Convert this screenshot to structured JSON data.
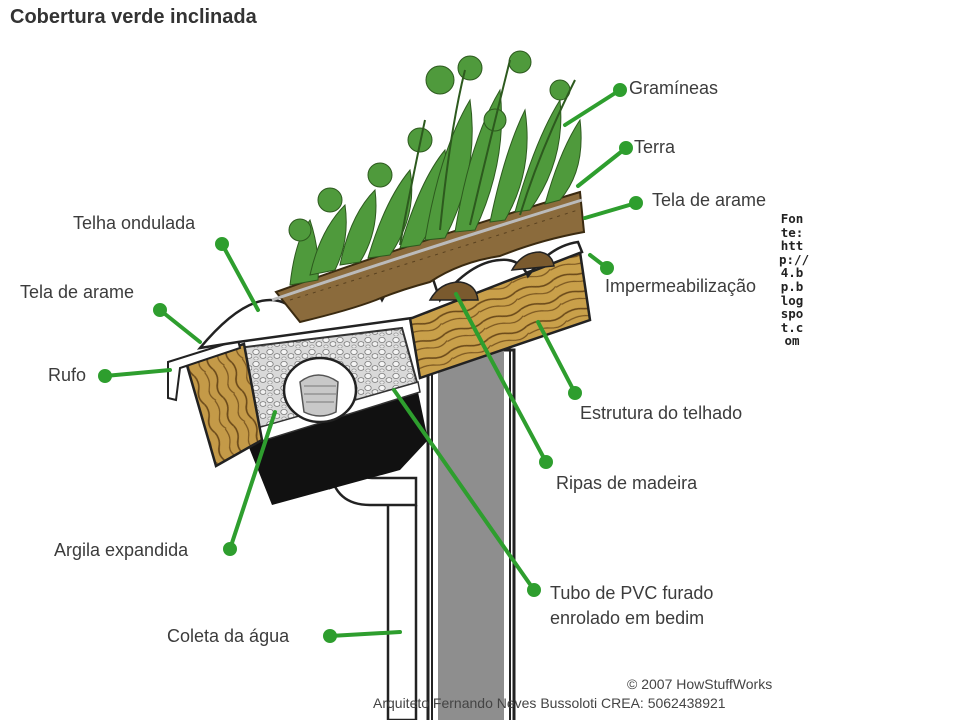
{
  "title": "Cobertura verde inclinada",
  "labels": {
    "gramineas": "Gramíneas",
    "terra": "Terra",
    "tela_arame_right": "Tela de arame",
    "impermeabilizacao": "Impermeabilização",
    "estrutura_telhado": "Estrutura do telhado",
    "ripas_madeira": "Ripas de madeira",
    "tubo_pvc_line1": "Tubo de PVC furado",
    "tubo_pvc_line2": "enrolado em bedim",
    "coleta_agua": "Coleta da água",
    "argila_expandida": "Argila expandida",
    "rufo": "Rufo",
    "tela_arame_left": "Tela de arame",
    "telha_ondulada": "Telha ondulada"
  },
  "source": "Fonte: http://4.bp.blogspot.com",
  "credits": {
    "copyright": "© 2007 HowStuffWorks",
    "author": "Arquiteto Fernando Neves Bussoloti  CREA: 5062438921"
  },
  "colors": {
    "leader_green": "#2e9e2e",
    "soil": "#8a6a3a",
    "wood": "#c9a24a",
    "plants": "#4f9a3c",
    "post": "#8f8f8f",
    "black_panel": "#111111"
  }
}
